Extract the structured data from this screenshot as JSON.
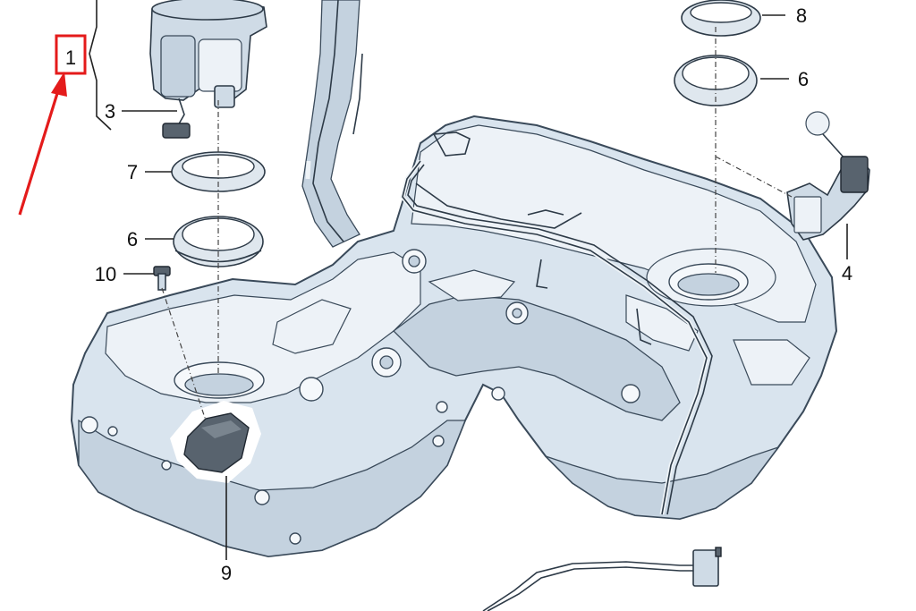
{
  "callouts": {
    "c1": "1",
    "c3": "3",
    "c7": "7",
    "c6_left": "6",
    "c10": "10",
    "c9": "9",
    "c8": "8",
    "c6_right": "6",
    "c4": "4"
  },
  "colors": {
    "highlight": "#e41b1b",
    "tank": "#d9e4ee"
  },
  "icons": {
    "arrow": "red-arrow-icon"
  }
}
